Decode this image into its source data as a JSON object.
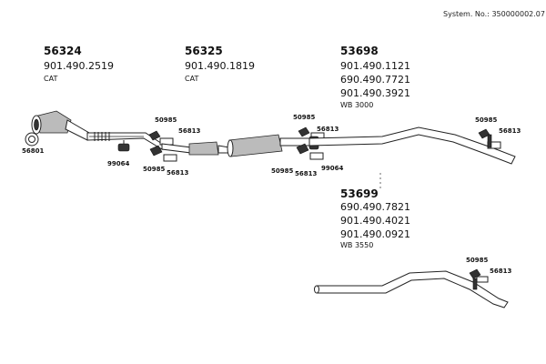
{
  "system_no": "System. No.: 350000002.07",
  "groups": {
    "g56324": {
      "number": "56324",
      "articles": [
        "901.490.2519"
      ],
      "note": "CAT"
    },
    "g56325": {
      "number": "56325",
      "articles": [
        "901.490.1819"
      ],
      "note": "CAT"
    },
    "g53698": {
      "number": "53698",
      "articles": [
        "901.490.1121",
        "690.490.7721",
        "901.490.3921"
      ],
      "note": "WB 3000"
    },
    "g53699": {
      "number": "53699",
      "articles": [
        "690.490.7821",
        "901.490.4021",
        "901.490.0921"
      ],
      "note": "WB 3550"
    }
  },
  "labels": {
    "c56801": "56801",
    "c99064a": "99064",
    "c50985a": "50985",
    "c56813a": "56813",
    "c50985b": "50985",
    "c56813b": "56813",
    "c50985c": "50985",
    "c56813c": "56813",
    "c50985d": "50985",
    "c56813d": "56813",
    "c99064b": "99064",
    "c50985e": "50985",
    "c56813e": "56813",
    "c50985f": "50985",
    "c56813f": "56813"
  }
}
